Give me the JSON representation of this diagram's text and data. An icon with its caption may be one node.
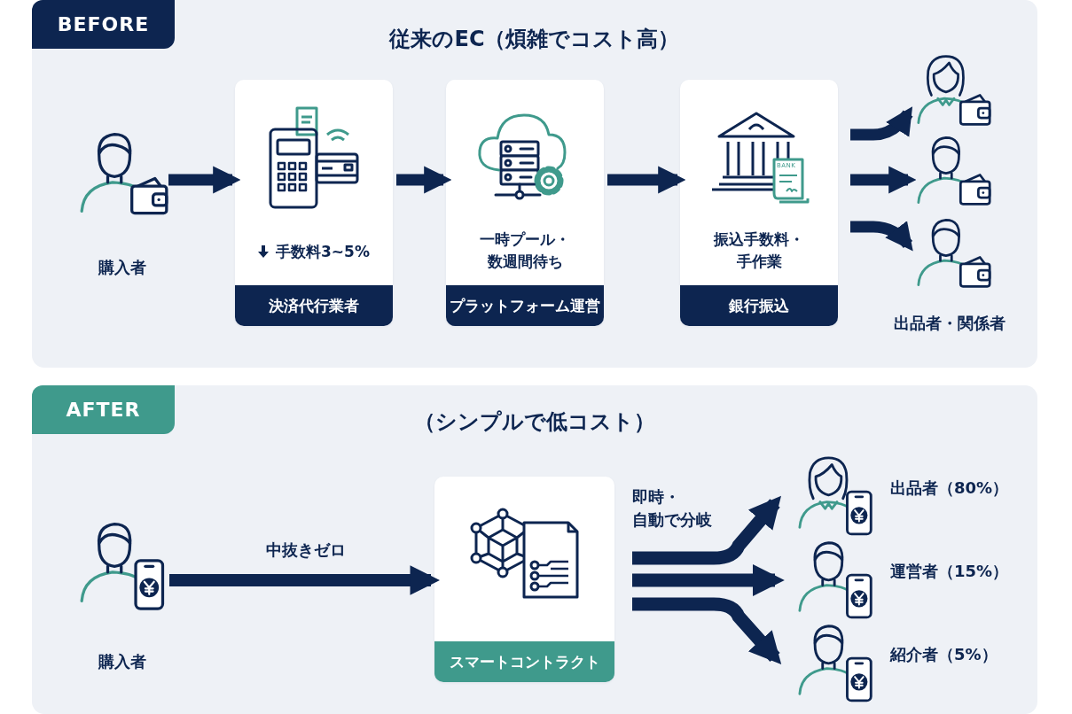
{
  "diagram": {
    "nodes": [
      {
        "text": [
          "BEFORE",
          "従来のEC（煩雑でコスト高）"
        ]
      },
      {
        "text": [
          "購入者"
        ],
        "in": 0
      },
      {
        "text": [
          "手数料3~5%",
          "決済代行業者"
        ],
        "in": 0
      },
      {
        "text": [
          "一時プール・数週間待ち",
          "プラットフォーム運営"
        ],
        "in": 0
      },
      {
        "text": [
          "振込手数料・手作業",
          "銀行振込"
        ],
        "in": 0
      },
      {
        "text": [],
        "shape": "person",
        "in": 0
      },
      {
        "text": [],
        "shape": "person",
        "in": 0
      },
      {
        "text": [],
        "shape": "person",
        "in": 0
      },
      {
        "text": [
          "AFTER",
          "（シンプルで低コスト）"
        ]
      },
      {
        "text": [
          "購入者"
        ],
        "in": 8
      },
      {
        "text": [
          "スマートコントラクト"
        ],
        "in": 8
      },
      {
        "text": [
          "出品者（80%）"
        ],
        "in": 8
      },
      {
        "text": [
          "運営者（15%）"
        ],
        "in": 8
      },
      {
        "text": [
          "紹介者（5%）"
        ],
        "in": 8
      }
    ],
    "edges": [
      {
        "from": 1,
        "to": 2,
        "arrow": "to"
      },
      {
        "from": 2,
        "to": 3,
        "arrow": "to"
      },
      {
        "from": 3,
        "to": 4,
        "arrow": "to"
      },
      {
        "from": 4,
        "to": 5,
        "arrow": "to"
      },
      {
        "from": 4,
        "to": 6,
        "arrow": "to"
      },
      {
        "from": 4,
        "to": 7,
        "arrow": "to"
      },
      {
        "from": 9,
        "to": 10,
        "arrow": "to",
        "label": "中抜きゼロ"
      },
      {
        "from": 10,
        "to": 11,
        "arrow": "to",
        "label": "即時・自動で分岐"
      },
      {
        "from": 10,
        "to": 12,
        "arrow": "to"
      },
      {
        "from": 10,
        "to": 13,
        "arrow": "to"
      }
    ],
    "labels": [
      "BANK",
      "出品者・関係者"
    ]
  }
}
